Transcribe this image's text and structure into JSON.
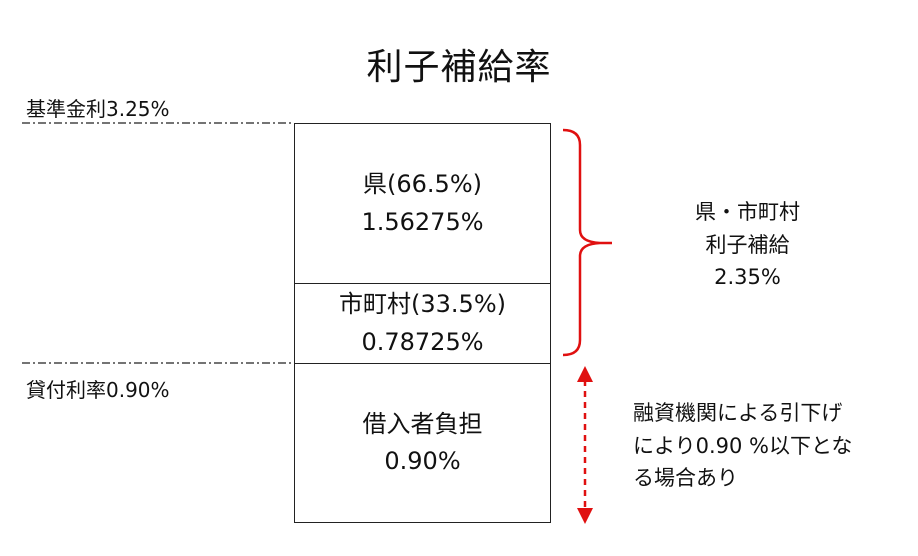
{
  "title": "利子補給率",
  "base_rate_label": "基準金利3.25%",
  "loan_rate_label": "貸付利率0.90%",
  "boxes": {
    "prefecture": {
      "line1": "県(66.5%)",
      "line2": "1.56275%"
    },
    "municipality": {
      "line1": "市町村(33.5%)",
      "line2": "0.78725%"
    },
    "borrower": {
      "line1": "借入者負担",
      "line2": "0.90%"
    }
  },
  "subsidy": {
    "line1": "県・市町村",
    "line2": "利子補給",
    "line3": "2.35%"
  },
  "note": {
    "line1": "融資機関による引下げ",
    "line2": "により0.90 %以下とな",
    "line3": "る場合あり"
  },
  "colors": {
    "accent": "#e01010",
    "line": "#222222"
  }
}
